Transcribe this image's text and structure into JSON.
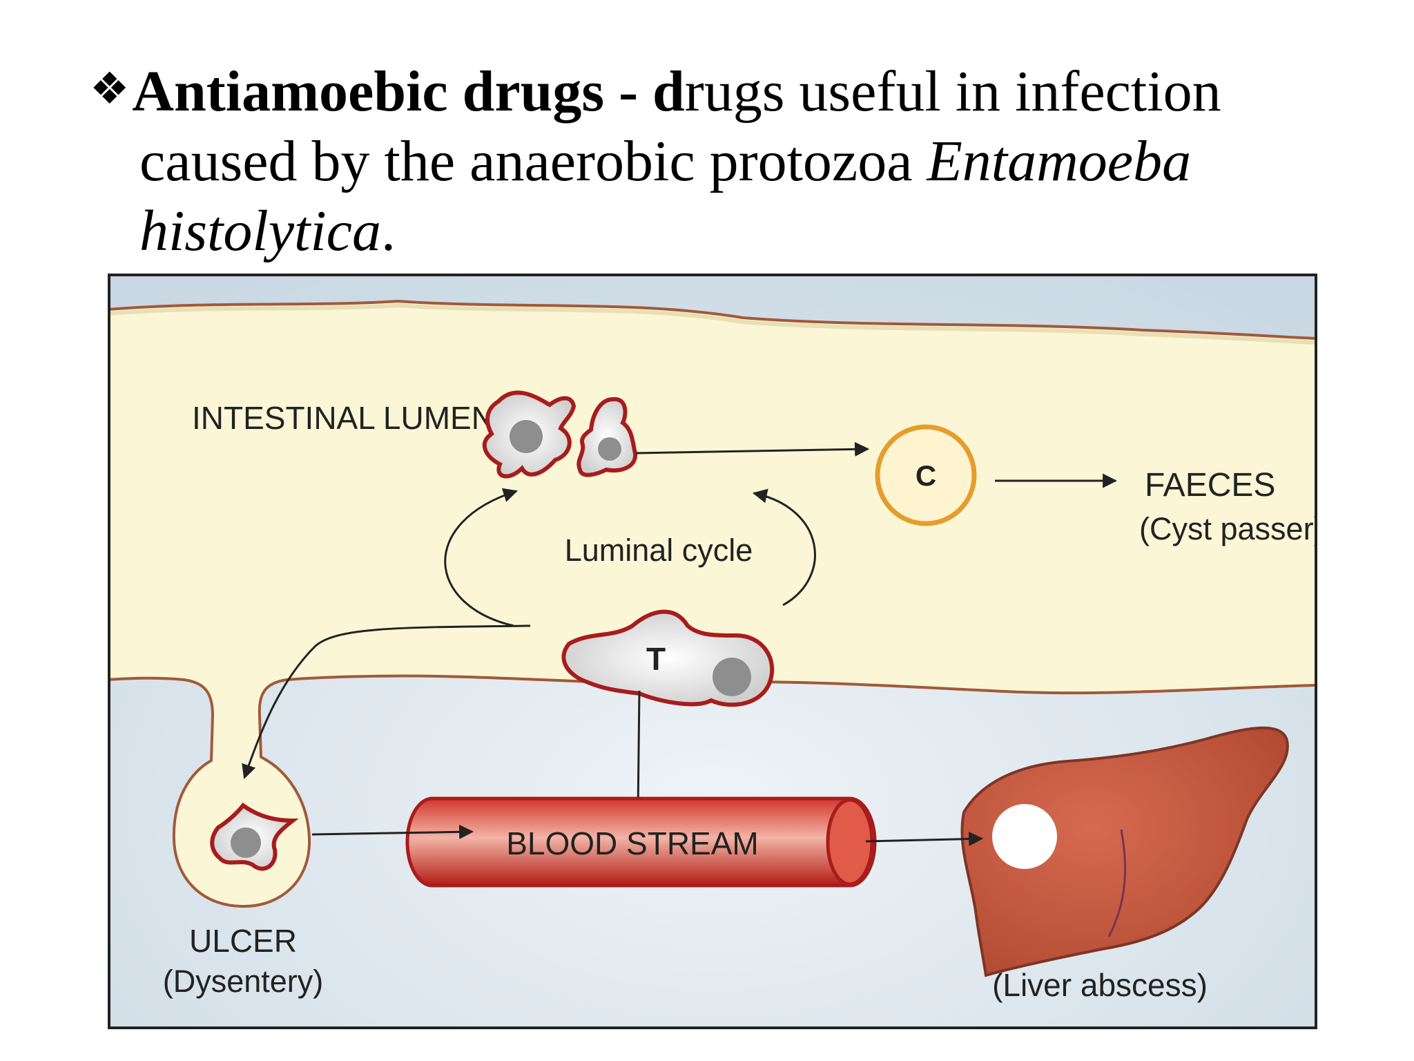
{
  "heading": {
    "bullet_icon": "diamond-bullet-icon",
    "bold_text": "Antiamoebic drugs - d",
    "line1_rest": "rugs useful in infection",
    "line2": "caused by the anaerobic protozoa ",
    "italic_genus": "Entamoeba",
    "italic_species": "histolytica",
    "period": "."
  },
  "diagram": {
    "intestinal_lumen": "INTESTINAL LUMEN",
    "luminal_cycle": "Luminal cycle",
    "trophozoite": "T",
    "cyst": "C",
    "faeces": "FAECES",
    "cyst_passer": "(Cyst passer)",
    "ulcer": "ULCER",
    "dysentery": "(Dysentery)",
    "blood_stream": "BLOOD STREAM",
    "liver_abscess": "(Liver abscess)",
    "colors": {
      "background": "#d6e2ea",
      "lumen": "#fbf6d6",
      "wall": "#a05a3a",
      "cell_outline": "#a81c1c",
      "nucleus": "#8e8e8e",
      "cyst_ring": "#e59d2c",
      "vessel": "#c2241c",
      "liver": "#c0533b"
    }
  }
}
